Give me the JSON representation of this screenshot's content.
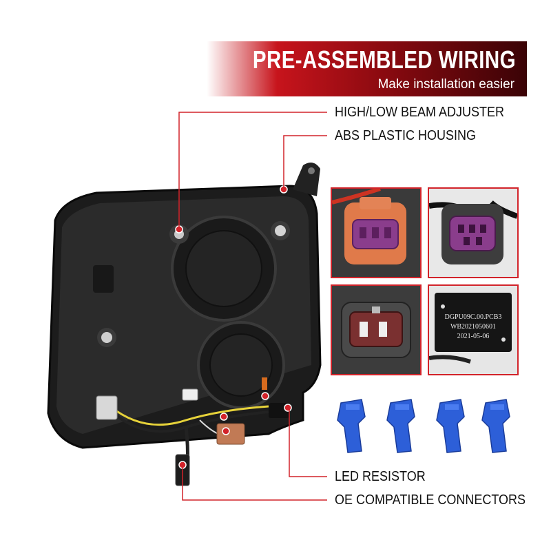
{
  "banner": {
    "title": "PRE-ASSEMBLED WIRING",
    "subtitle": "Make installation easier"
  },
  "callouts": {
    "high_low_beam_adjuster": "HIGH/LOW BEAM ADJUSTER",
    "abs_plastic_housing": "ABS PLASTIC HOUSING",
    "led_resistor": "LED RESISTOR",
    "oe_compatible_connectors": "OE COMPATIBLE CONNECTORS"
  },
  "resistor_label": {
    "line1": "DGPU09C.00.PCB3",
    "line2": "WB2021050601",
    "line3": "2021-05-06"
  },
  "colors": {
    "accent_red": "#d2232a",
    "banner_dark": "#3a0306",
    "connector_purple": "#8a3d8c",
    "connector_orange": "#e07a4a",
    "tap_blue": "#2d5fd8"
  }
}
